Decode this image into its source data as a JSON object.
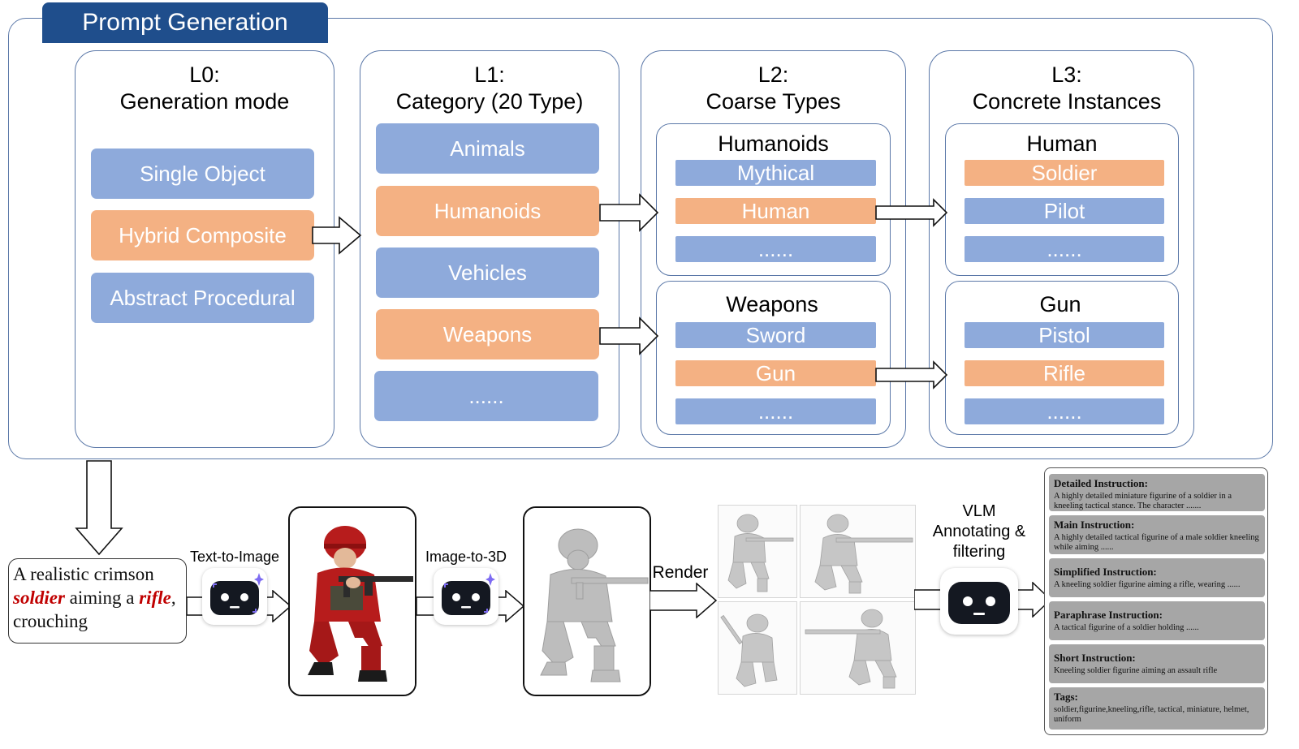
{
  "title": "Prompt Generation",
  "columns": {
    "l0": {
      "level": "L0:",
      "name": "Generation mode",
      "items": [
        "Single Object",
        "Hybrid Composite",
        "Abstract Procedural"
      ]
    },
    "l1": {
      "level": "L1:",
      "name": "Category (20 Type)",
      "items": [
        "Animals",
        "Humanoids",
        "Vehicles",
        "Weapons",
        "......"
      ]
    },
    "l2": {
      "level": "L2:",
      "name": "Coarse Types",
      "groups": [
        {
          "title": "Humanoids",
          "items": [
            "Mythical",
            "Human",
            "......"
          ]
        },
        {
          "title": "Weapons",
          "items": [
            "Sword",
            "Gun",
            "......"
          ]
        }
      ]
    },
    "l3": {
      "level": "L3:",
      "name": "Concrete Instances",
      "groups": [
        {
          "title": "Human",
          "items": [
            "Soldier",
            "Pilot",
            "......"
          ]
        },
        {
          "title": "Gun",
          "items": [
            "Pistol",
            "Rifle",
            "......"
          ]
        }
      ]
    }
  },
  "pipeline": {
    "prompt": {
      "part1": "A realistic crimson ",
      "kw1": "soldier",
      "part2": " aiming a ",
      "kw2": "rifle",
      "part3": ", crouching"
    },
    "text_to_image": "Text-to-Image",
    "image_to_3d": "Image-to-3D",
    "render": "Render",
    "vlm": "VLM Annotating & filtering"
  },
  "instructions": [
    {
      "heading": "Detailed Instruction:",
      "text": "A highly detailed miniature figurine of a soldier in a kneeling tactical stance. The character ......."
    },
    {
      "heading": "Main Instruction:",
      "text": "A highly detailed tactical figurine of a male soldier kneeling while aiming ......"
    },
    {
      "heading": "Simplified Instruction:",
      "text": "A kneeling soldier figurine aiming a rifle, wearing ......"
    },
    {
      "heading": "Paraphrase Instruction:",
      "text": "A tactical figurine of a soldier holding ......"
    },
    {
      "heading": "Short Instruction:",
      "text": "Kneeling soldier figurine aiming an assault rifle"
    },
    {
      "heading": "Tags:",
      "text": "soldier,figurine,kneeling,rifle, tactical, miniature, helmet, uniform"
    }
  ],
  "colors": {
    "header": "#1f4e8c",
    "blue": "#8eaadb",
    "orange": "#f4b183",
    "border": "#5b78a8",
    "keyword": "#c00000",
    "instr_bg": "#a6a6a6"
  }
}
